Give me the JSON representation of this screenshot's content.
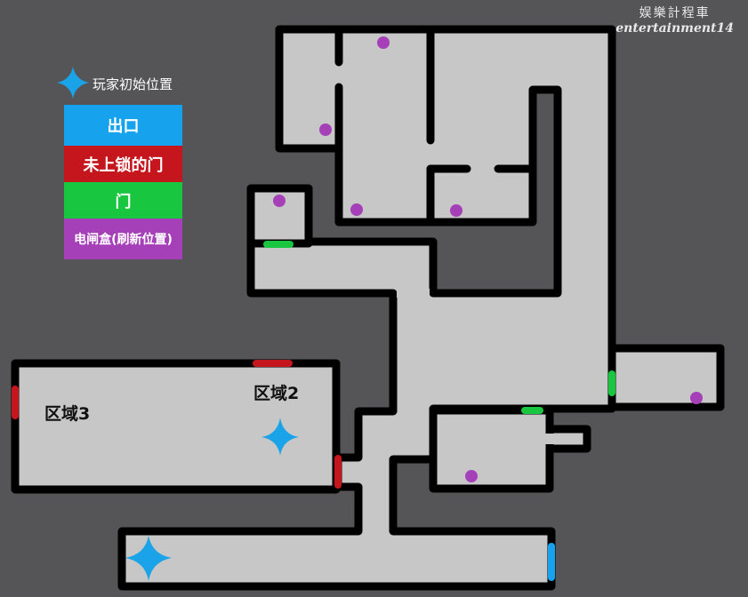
{
  "watermark": {
    "line1": "娱樂計程車",
    "line2": "entertainment14"
  },
  "legend": {
    "start": {
      "label": "玩家初始位置",
      "icon": "star-icon",
      "color": "#1aa3e8"
    },
    "items": [
      {
        "label": "出口",
        "color": "#16a2ec"
      },
      {
        "label": "未上锁的门",
        "color": "#c4161c"
      },
      {
        "label": "门",
        "color": "#19c63f"
      },
      {
        "label": "电闸盒(刷新位置)",
        "color": "#a540b8"
      }
    ]
  },
  "map": {
    "zone2_label": "区域2",
    "zone3_label": "区域3",
    "colors": {
      "floor": "#c7c7c7",
      "wall": "#000000",
      "background": "#555557",
      "exit": "#16a2ec",
      "unlocked_door": "#c4161c",
      "door": "#19c63f",
      "fuse_box": "#a540b8"
    }
  }
}
